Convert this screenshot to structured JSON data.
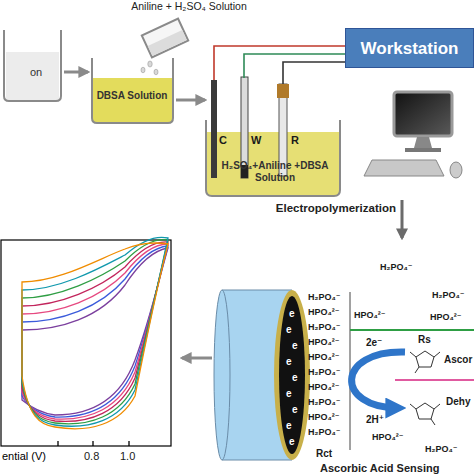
{
  "diagram": {
    "nodes": [
      {
        "text": [
          "on"
        ]
      },
      {
        "text": [
          "Aniline + H₂SO₄ Solution"
        ]
      },
      {
        "text": [
          "DBSA Solution"
        ]
      },
      {
        "text": [
          "H₂SO₄+Aniline +DBSA Solution"
        ]
      },
      {
        "text": [
          "Workstation"
        ]
      },
      {
        "text": [
          "Ascorbic Acid Sensing"
        ]
      },
      {
        "text": [
          "ential (V)"
        ]
      }
    ],
    "edges": [
      {
        "from": 0,
        "to": 2,
        "arrow": "to"
      },
      {
        "from": 2,
        "to": 3,
        "arrow": "to"
      },
      {
        "from": 3,
        "to": 4,
        "arrow": "none"
      },
      {
        "from": 3,
        "to": 5,
        "arrow": "to",
        "label": "Electropolymerization"
      },
      {
        "from": 5,
        "to": 6,
        "arrow": "to"
      }
    ],
    "labels": [
      "C",
      "W",
      "R",
      "H₂PO₄⁻",
      "HPO₄²⁻",
      "H₂PO₄⁻",
      "HPO₄²⁻",
      "HPO₄²⁻",
      "H₂PO₄⁻",
      "HPO₄²⁻",
      "H₂PO₄⁻",
      "HPO₄²⁻",
      "H₂PO₄⁻",
      "e",
      "e",
      "e",
      "e",
      "e",
      "e",
      "e",
      "e",
      "e",
      "H₂PO₄⁻",
      "H₂PO₄⁻",
      "HPO₄²⁻",
      "HPO₄²⁻",
      "Rs",
      "2e⁻",
      "Ascor",
      "2H⁺",
      "Dehy",
      "HPO₄²⁻",
      "H₂PO₄⁻",
      "Rct",
      "0.8",
      "1.0"
    ]
  }
}
